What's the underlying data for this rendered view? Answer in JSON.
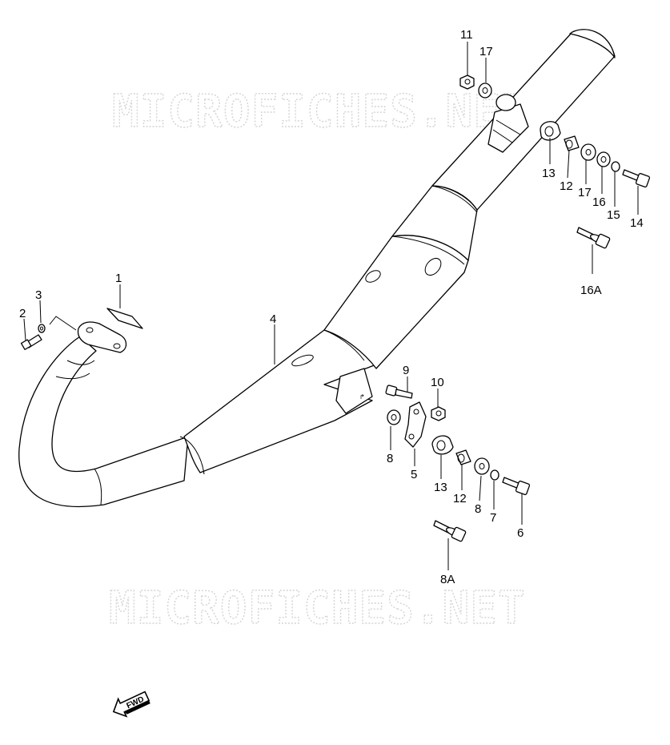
{
  "watermark": {
    "top": "MICROFICHES.NET",
    "bottom": "MICROFICHES.NET"
  },
  "direction_arrow": {
    "label": "FWD"
  },
  "callouts": {
    "c1": "1",
    "c2": "2",
    "c3": "3",
    "c4": "4",
    "c5": "5",
    "c6": "6",
    "c7": "7",
    "c8a": "8",
    "c8b": "8",
    "c8A": "8A",
    "c9": "9",
    "c10": "10",
    "c11": "11",
    "c12a": "12",
    "c12b": "12",
    "c13a": "13",
    "c13b": "13",
    "c14": "14",
    "c15": "15",
    "c16": "16",
    "c16A": "16A",
    "c17a": "17",
    "c17b": "17"
  }
}
